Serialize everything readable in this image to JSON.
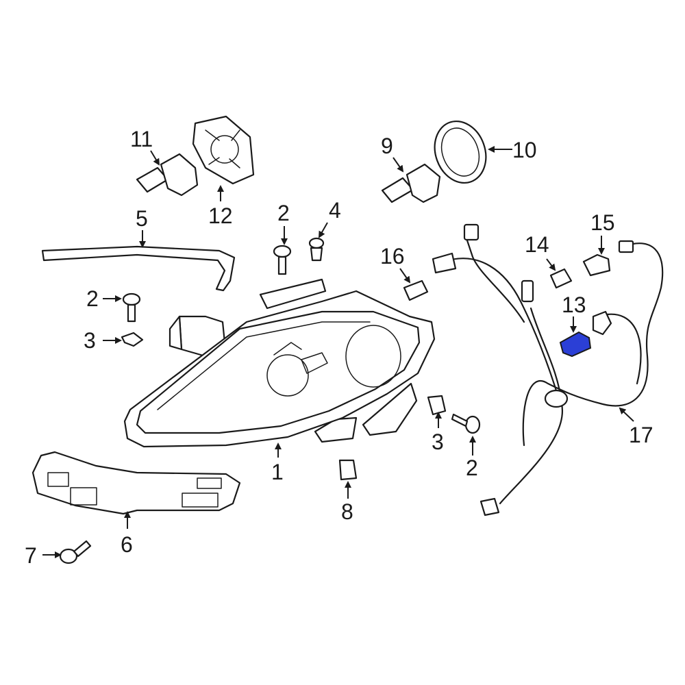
{
  "diagram": {
    "highlight_color": "#2b3fd6",
    "stroke_color": "#1a1a1a",
    "highlighted_part": "13",
    "callouts": {
      "c1": "1",
      "c2a": "2",
      "c2b": "2",
      "c2c": "2",
      "c3a": "3",
      "c3b": "3",
      "c4": "4",
      "c5": "5",
      "c6": "6",
      "c7": "7",
      "c8": "8",
      "c9": "9",
      "c10": "10",
      "c11": "11",
      "c12": "12",
      "c13": "13",
      "c14": "14",
      "c15": "15",
      "c16": "16",
      "c17": "17"
    }
  }
}
